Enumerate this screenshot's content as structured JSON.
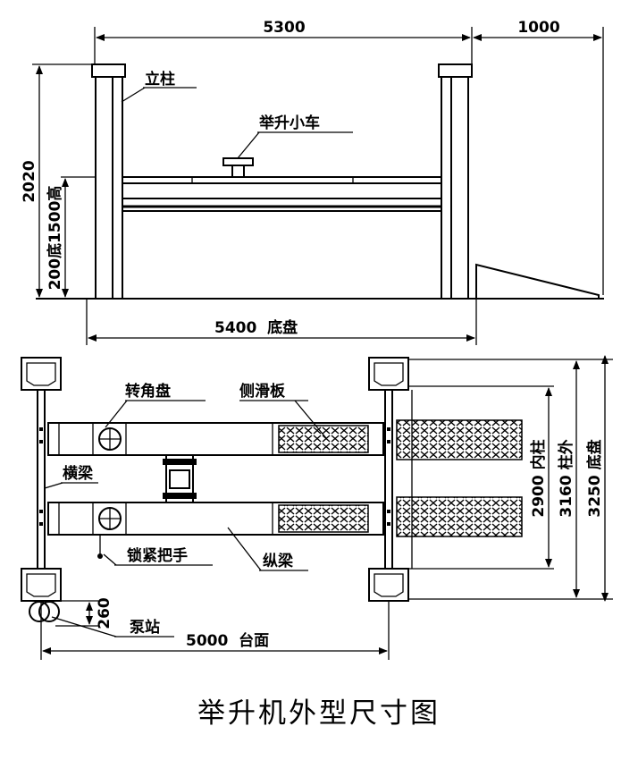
{
  "caption": "举升机外型尺寸图",
  "labels": {
    "column": "立柱",
    "lift_trolley": "举升小车",
    "turntable": "转角盘",
    "side_slide_plate": "侧滑板",
    "crossbeam": "横梁",
    "lock_handle": "锁紧把手",
    "longitudinal_beam": "纵梁",
    "pump_station": "泵站"
  },
  "dimensions": {
    "top_span": "5300",
    "ramp_length": "1000",
    "total_height": "2020",
    "lift_height": "200底1500高",
    "base_length": "5400  底盘",
    "inner_column": "2900 内柱",
    "outer_column": "3160 柱外",
    "base_width": "3250 底盘",
    "pump_offset": "260",
    "platform_length": "5000  台面"
  }
}
